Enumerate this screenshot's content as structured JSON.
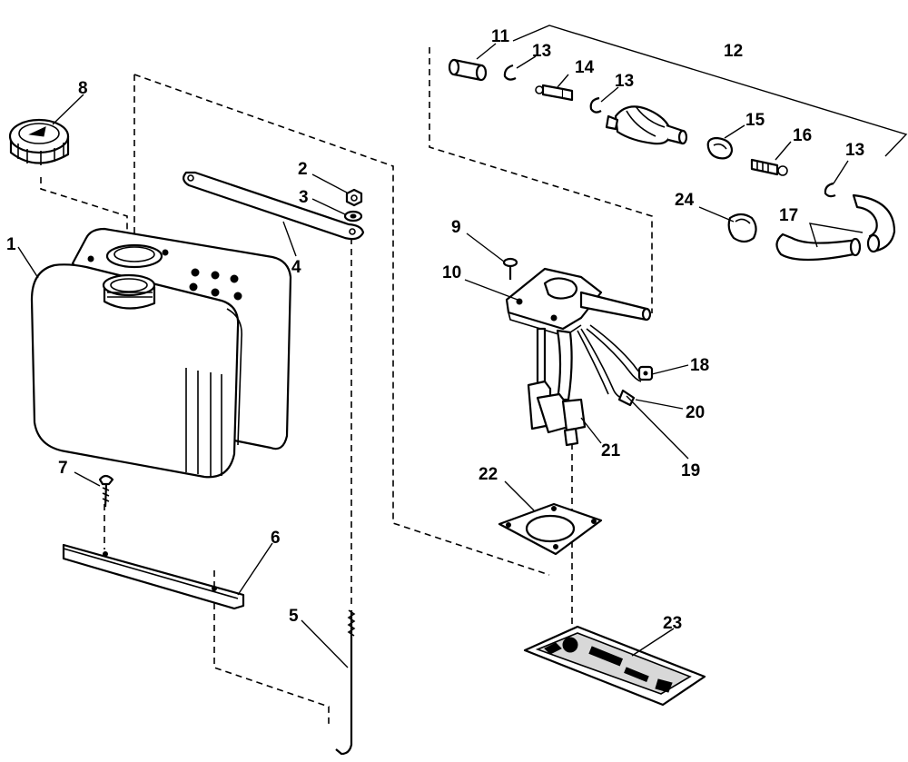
{
  "diagram": {
    "callouts": [
      "1",
      "2",
      "3",
      "4",
      "5",
      "6",
      "7",
      "8",
      "9",
      "10",
      "11",
      "12",
      "13",
      "13",
      "13",
      "14",
      "15",
      "16",
      "17",
      "18",
      "19",
      "20",
      "21",
      "22",
      "23",
      "24"
    ]
  }
}
